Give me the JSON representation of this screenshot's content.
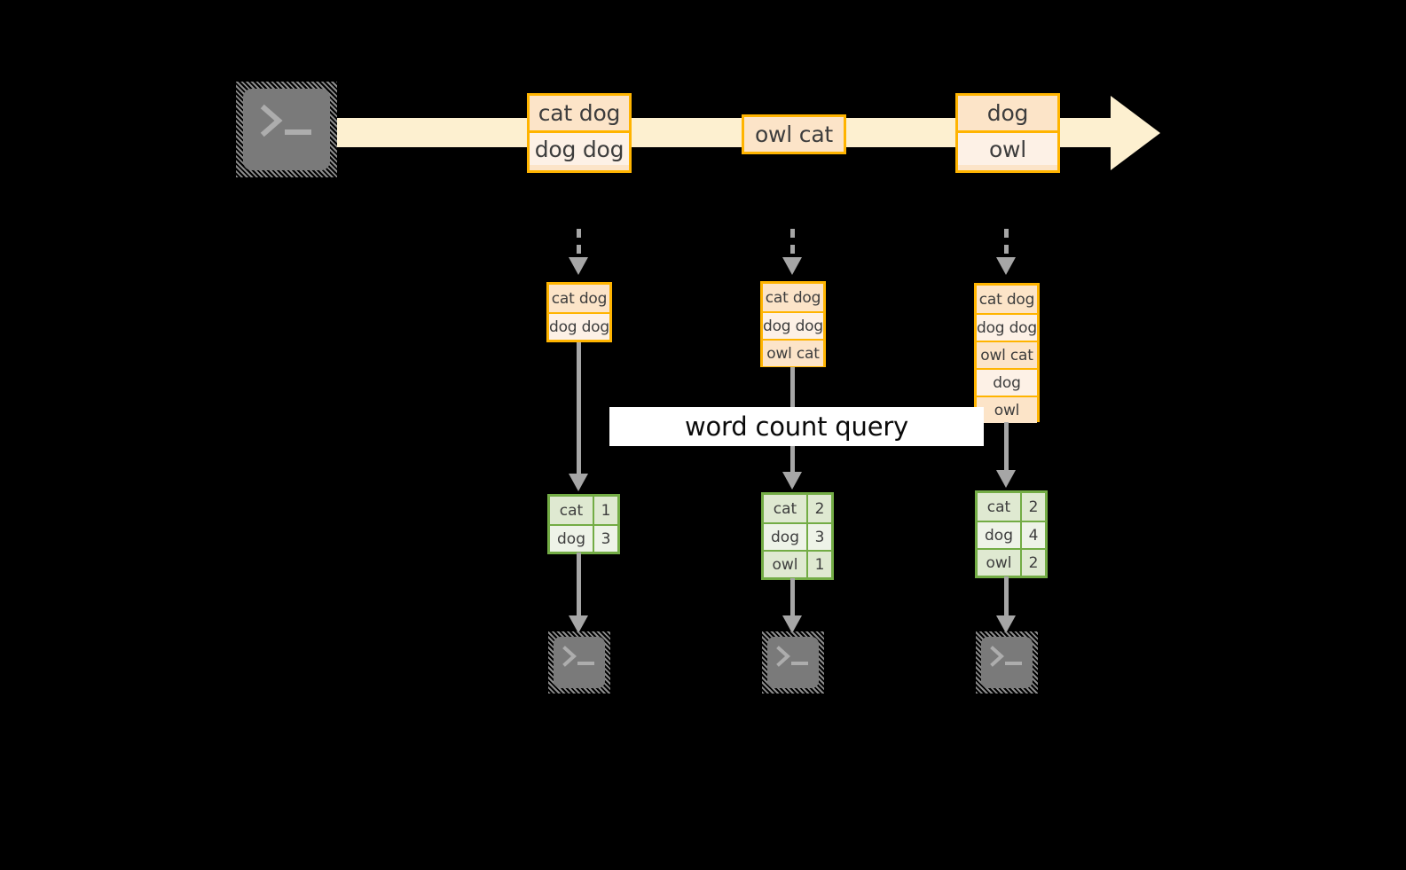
{
  "diagram": {
    "title_label": "word count query",
    "colors": {
      "background": "#000000",
      "band": "#fdf0d0",
      "message_border": "#ffb400",
      "message_fill_dark": "#fce4c8",
      "message_fill_light": "#fdf1e6",
      "result_border": "#73ac45",
      "result_fill_dark": "#dfe9d1",
      "result_fill_light": "#eef3e8",
      "connector": "#a6a6a6",
      "terminal_fill": "#7a7a7a",
      "label_fill": "#ffffff"
    },
    "producer": {
      "icon": "terminal-icon",
      "label": ""
    },
    "stream": {
      "messages": [
        {
          "lines": [
            "cat dog",
            "dog dog"
          ]
        },
        {
          "lines": [
            "owl cat"
          ]
        },
        {
          "lines": [
            "dog",
            "owl"
          ]
        }
      ]
    },
    "snapshots": [
      {
        "state_lines": [
          "cat dog",
          "dog dog"
        ],
        "result": {
          "rows": [
            {
              "word": "cat",
              "count": "1"
            },
            {
              "word": "dog",
              "count": "3"
            }
          ]
        },
        "consumer_icon": "terminal-icon"
      },
      {
        "state_lines": [
          "cat dog",
          "dog dog",
          "owl cat"
        ],
        "result": {
          "rows": [
            {
              "word": "cat",
              "count": "2"
            },
            {
              "word": "dog",
              "count": "3"
            },
            {
              "word": "owl",
              "count": "1"
            }
          ]
        },
        "consumer_icon": "terminal-icon"
      },
      {
        "state_lines": [
          "cat dog",
          "dog dog",
          "owl cat",
          "dog",
          "owl"
        ],
        "result": {
          "rows": [
            {
              "word": "cat",
              "count": "2"
            },
            {
              "word": "dog",
              "count": "4"
            },
            {
              "word": "owl",
              "count": "2"
            }
          ]
        },
        "consumer_icon": "terminal-icon"
      }
    ]
  }
}
